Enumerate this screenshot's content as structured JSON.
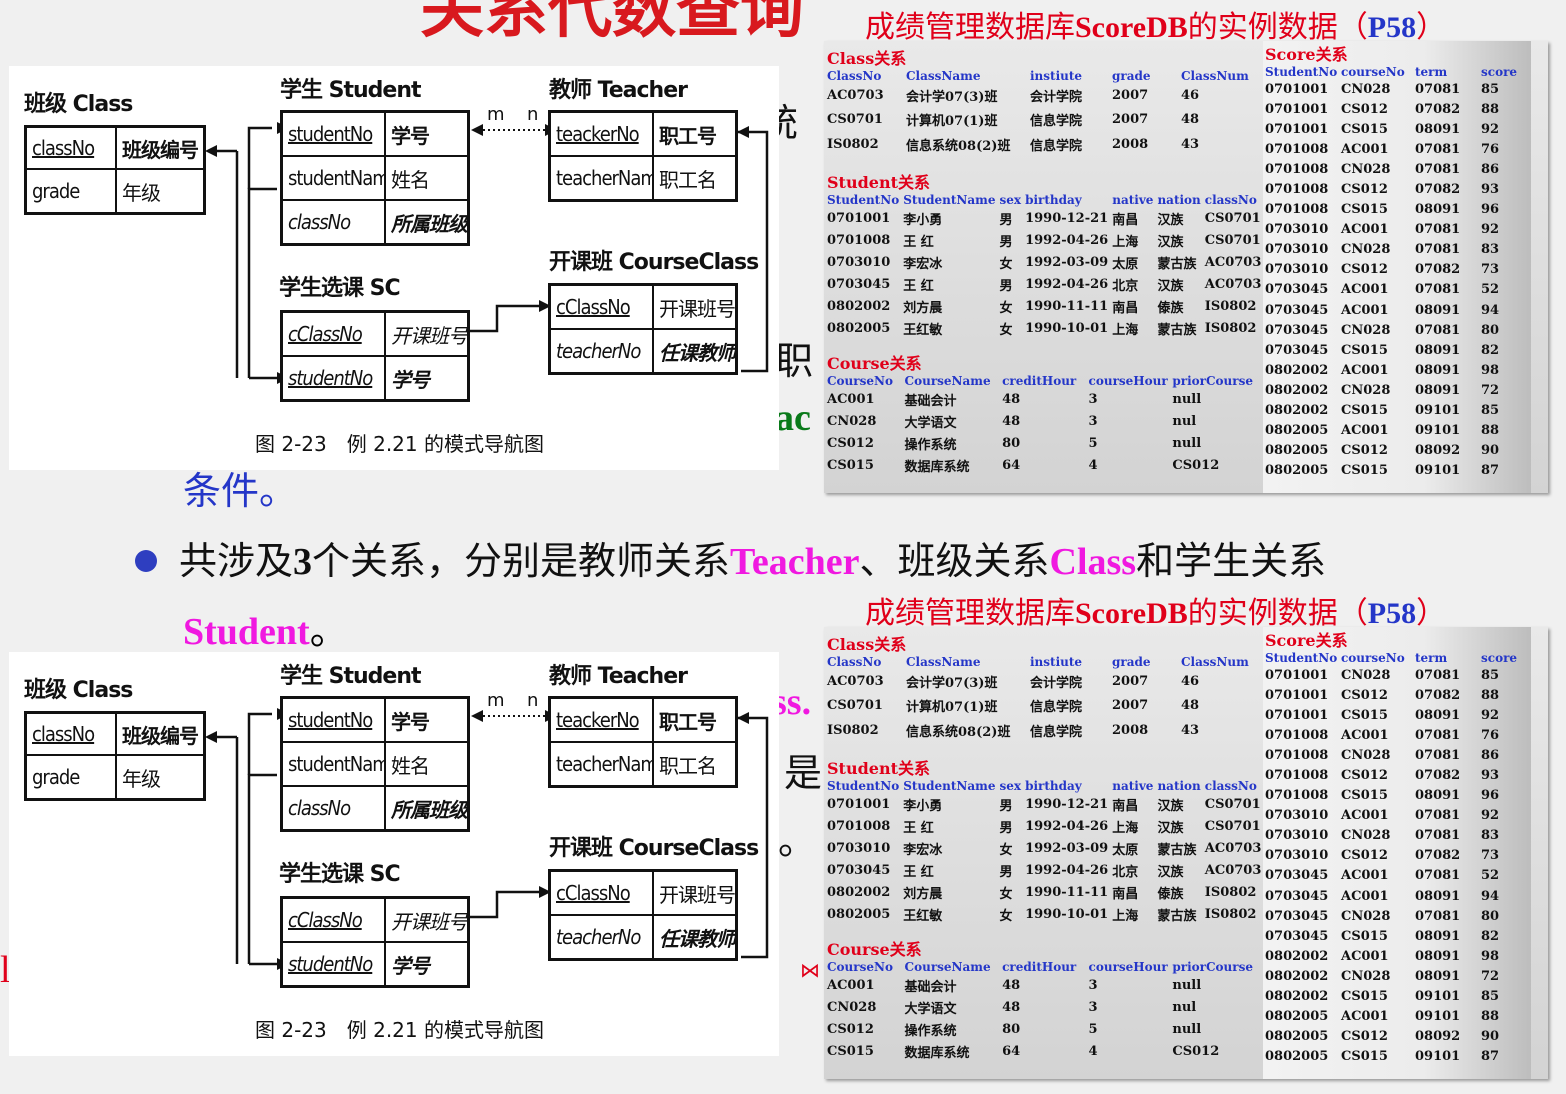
{
  "slide_title": "关系代数查询",
  "caption": {
    "prefix": "成绩管理数据库",
    "db": "ScoreDB",
    "suffix": "的实例数据（",
    "page": "P58",
    "close": "）"
  },
  "bg_fragments": {
    "top_char": "统",
    "zhi_char": "职",
    "ac": "ac",
    "tiaojian": "条件。",
    "ss": "ss.",
    "shi": "是",
    "dot": "。",
    "open_paren": ")",
    "bowtie": "⋈",
    "bracket": "l"
  },
  "bullet": {
    "a": "共涉及",
    "n": "3",
    "b": "个关系，分别是教师关系",
    "teacher": "Teacher",
    "c": "、班级关系",
    "class": "Class",
    "d": "和学生关系",
    "student": "Student",
    "e": "。"
  },
  "diagram": {
    "class_label": "班级 Class",
    "student_label": "学生 Student",
    "teacher_label": "教师 Teacher",
    "sc_label": "学生选课 SC",
    "courseclass_label": "开课班 CourseClass",
    "m": "m",
    "n": "n",
    "figure_caption": "图 2-23　例 2.21 的模式导航图",
    "class_rows": [
      [
        "classNo",
        "班级编号"
      ],
      [
        "grade",
        "年级"
      ]
    ],
    "student_rows": [
      [
        "studentNo",
        "学号"
      ],
      [
        "studentName",
        "姓名"
      ],
      [
        "classNo",
        "所属班级"
      ]
    ],
    "teacher_rows": [
      [
        "teackerNo",
        "职工号"
      ],
      [
        "teacherName",
        "职工名"
      ]
    ],
    "sc_rows": [
      [
        "cClassNo",
        "开课班号"
      ],
      [
        "studentNo",
        "学号"
      ]
    ],
    "courseclass_rows": [
      [
        "cClassNo",
        "开课班号"
      ],
      [
        "teacherNo",
        "任课教师"
      ]
    ]
  },
  "data": {
    "class": {
      "title": "Class关系",
      "headers": [
        "ClassNo",
        "ClassName",
        "instiute",
        "grade",
        "ClassNum"
      ],
      "rows": [
        [
          "AC0703",
          "会计学07(3)班",
          "会计学院",
          "2007",
          "46"
        ],
        [
          "CS0701",
          "计算机07(1)班",
          "信息学院",
          "2007",
          "48"
        ],
        [
          "IS0802",
          "信息系统08(2)班",
          "信息学院",
          "2008",
          "43"
        ]
      ]
    },
    "student": {
      "title": "Student关系",
      "headers": [
        "StudentNo",
        "StudentName",
        "sex",
        "birthday",
        "native",
        "nation",
        "classNo"
      ],
      "rows": [
        [
          "0701001",
          "李小勇",
          "男",
          "1990-12-21",
          "南昌",
          "汉族",
          "CS0701"
        ],
        [
          "0701008",
          "王 红",
          "男",
          "1992-04-26",
          "上海",
          "汉族",
          "CS0701"
        ],
        [
          "0703010",
          "李宏冰",
          "女",
          "1992-03-09",
          "太原",
          "蒙古族",
          "AC0703"
        ],
        [
          "0703045",
          "王 红",
          "男",
          "1992-04-26",
          "北京",
          "汉族",
          "AC0703"
        ],
        [
          "0802002",
          "刘方晨",
          "女",
          "1990-11-11",
          "南昌",
          "傣族",
          "IS0802"
        ],
        [
          "0802005",
          "王红敏",
          "女",
          "1990-10-01",
          "上海",
          "蒙古族",
          "IS0802"
        ]
      ]
    },
    "course": {
      "title": "Course关系",
      "headers": [
        "CourseNo",
        "CourseName",
        "creditHour",
        "courseHour",
        "priorCourse"
      ],
      "rows": [
        [
          "AC001",
          "基础会计",
          "48",
          "3",
          "null"
        ],
        [
          "CN028",
          "大学语文",
          "48",
          "3",
          "nul"
        ],
        [
          "CS012",
          "操作系统",
          "80",
          "5",
          "null"
        ],
        [
          "CS015",
          "数据库系统",
          "64",
          "4",
          "CS012"
        ]
      ]
    },
    "score": {
      "title": "Score关系",
      "headers": [
        "StudentNo",
        "courseNo",
        "term",
        "score"
      ],
      "rows": [
        [
          "0701001",
          "CN028",
          "07081",
          "85"
        ],
        [
          "0701001",
          "CS012",
          "07082",
          "88"
        ],
        [
          "0701001",
          "CS015",
          "08091",
          "92"
        ],
        [
          "0701008",
          "AC001",
          "07081",
          "76"
        ],
        [
          "0701008",
          "CN028",
          "07081",
          "86"
        ],
        [
          "0701008",
          "CS012",
          "07082",
          "93"
        ],
        [
          "0701008",
          "CS015",
          "08091",
          "96"
        ],
        [
          "0703010",
          "AC001",
          "07081",
          "92"
        ],
        [
          "0703010",
          "CN028",
          "07081",
          "83"
        ],
        [
          "0703010",
          "CS012",
          "07082",
          "73"
        ],
        [
          "0703045",
          "AC001",
          "07081",
          "52"
        ],
        [
          "0703045",
          "AC001",
          "08091",
          "94"
        ],
        [
          "0703045",
          "CN028",
          "07081",
          "80"
        ],
        [
          "0703045",
          "CS015",
          "08091",
          "82"
        ],
        [
          "0802002",
          "AC001",
          "08091",
          "98"
        ],
        [
          "0802002",
          "CN028",
          "08091",
          "72"
        ],
        [
          "0802002",
          "CS015",
          "09101",
          "85"
        ],
        [
          "0802005",
          "AC001",
          "09101",
          "88"
        ],
        [
          "0802005",
          "CS012",
          "08092",
          "90"
        ],
        [
          "0802005",
          "CS015",
          "09101",
          "87"
        ]
      ]
    }
  },
  "colors": {
    "red": "#e0001a",
    "magenta": "#f018e0",
    "blue": "#2436c8",
    "bullet": "#2e3ec0"
  }
}
